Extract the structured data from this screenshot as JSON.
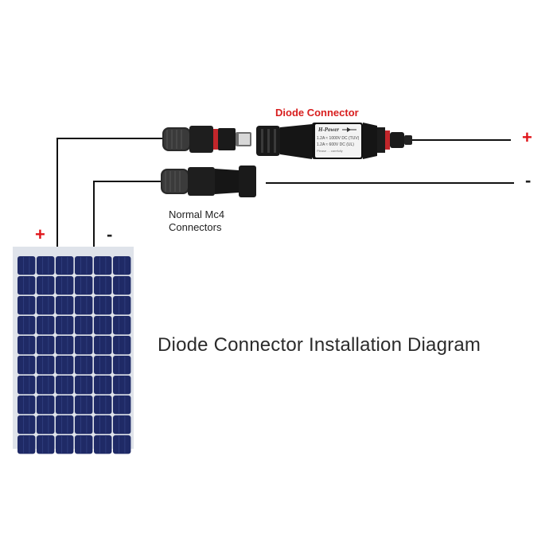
{
  "diagram": {
    "title": "Diode Connector Installation Diagram",
    "diode_connector_label": "Diode Connector",
    "normal_connectors_label_line1": "Normal Mc4",
    "normal_connectors_label_line2": "Connectors",
    "plus_symbol": "+",
    "minus_symbol": "-",
    "diode_body_text": [
      "H-Power",
      "1.2A  ≈ 1000V DC (TUV)",
      "1.2A  ≈ 600V DC (UL)",
      "Please ... carefully"
    ],
    "colors": {
      "positive_sign": "#e0161b",
      "diode_label": "#d81e1e",
      "wire": "#111111",
      "panel_cell": "#1f2a66",
      "panel_frame": "#dfe3ea",
      "connector_body": "#1a1a1a"
    }
  }
}
